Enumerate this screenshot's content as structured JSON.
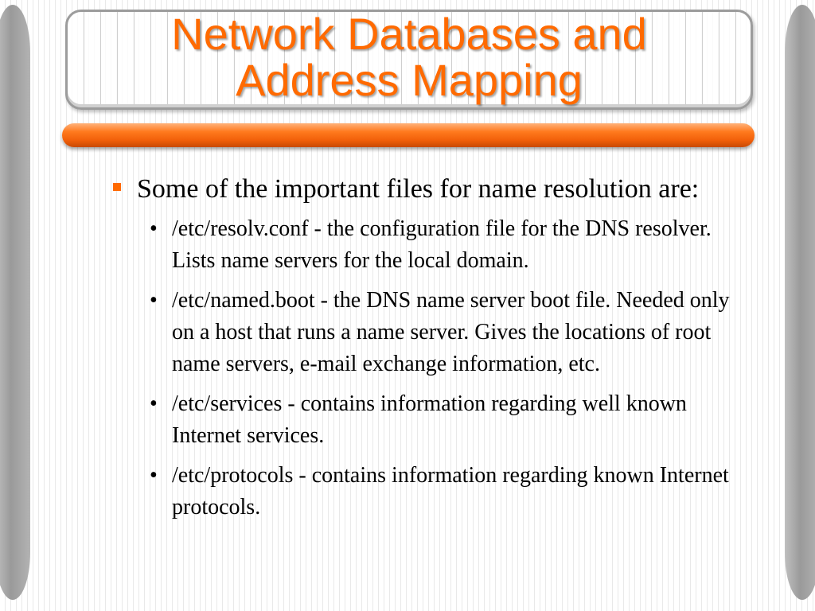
{
  "slide": {
    "title_lines": [
      "Network Databases and",
      "Address Mapping"
    ],
    "bullet": "Some of the important files for name resolution are:",
    "sub_bullets": [
      "/etc/resolv.conf - the configuration file for the DNS resolver. Lists name servers for the local domain.",
      "/etc/named.boot - the DNS name server boot file. Needed only on a host that runs a name server. Gives the locations of root name servers, e-mail exchange information, etc.",
      "/etc/services - contains information regarding well known Internet services.",
      "/etc/protocols - contains information regarding known Internet protocols."
    ],
    "sub_bullet_symbol": "•"
  },
  "colors": {
    "title": "#ff6a00",
    "accent_bar": "#f2600a",
    "bullet": "#ff6a00"
  }
}
